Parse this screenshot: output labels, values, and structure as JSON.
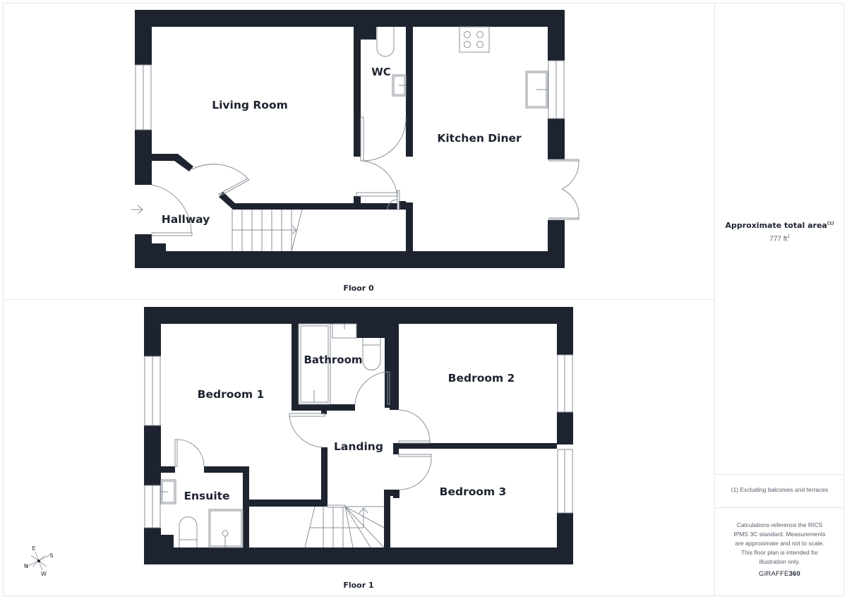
{
  "floors": [
    {
      "label": "Floor 0",
      "rooms": [
        {
          "name": "Living Room"
        },
        {
          "name": "WC"
        },
        {
          "name": "Kitchen Diner"
        },
        {
          "name": "Hallway"
        }
      ]
    },
    {
      "label": "Floor 1",
      "rooms": [
        {
          "name": "Bedroom 1"
        },
        {
          "name": "Bathroom"
        },
        {
          "name": "Bedroom 2"
        },
        {
          "name": "Landing"
        },
        {
          "name": "Bedroom 3"
        },
        {
          "name": "Ensuite"
        }
      ]
    }
  ],
  "sidebar": {
    "area_title": "Approximate total area",
    "area_footnote_ref": "(1)",
    "area_value": "777 ft",
    "area_unit_exp": "2",
    "footnote": "(1) Excluding balconies and terraces",
    "disclaimer": "Calculations reference the RICS IPMS 3C standard. Measurements are approximate and not to scale. This floor plan is intended for illustration only.",
    "brand_prefix": "GIRAFFE",
    "brand_suffix": "360"
  },
  "compass": {
    "n": "N",
    "e": "E",
    "s": "S",
    "w": "W"
  },
  "colors": {
    "wall": "#1d2430",
    "line": "#8a9099",
    "divider": "#e6e6e6"
  }
}
